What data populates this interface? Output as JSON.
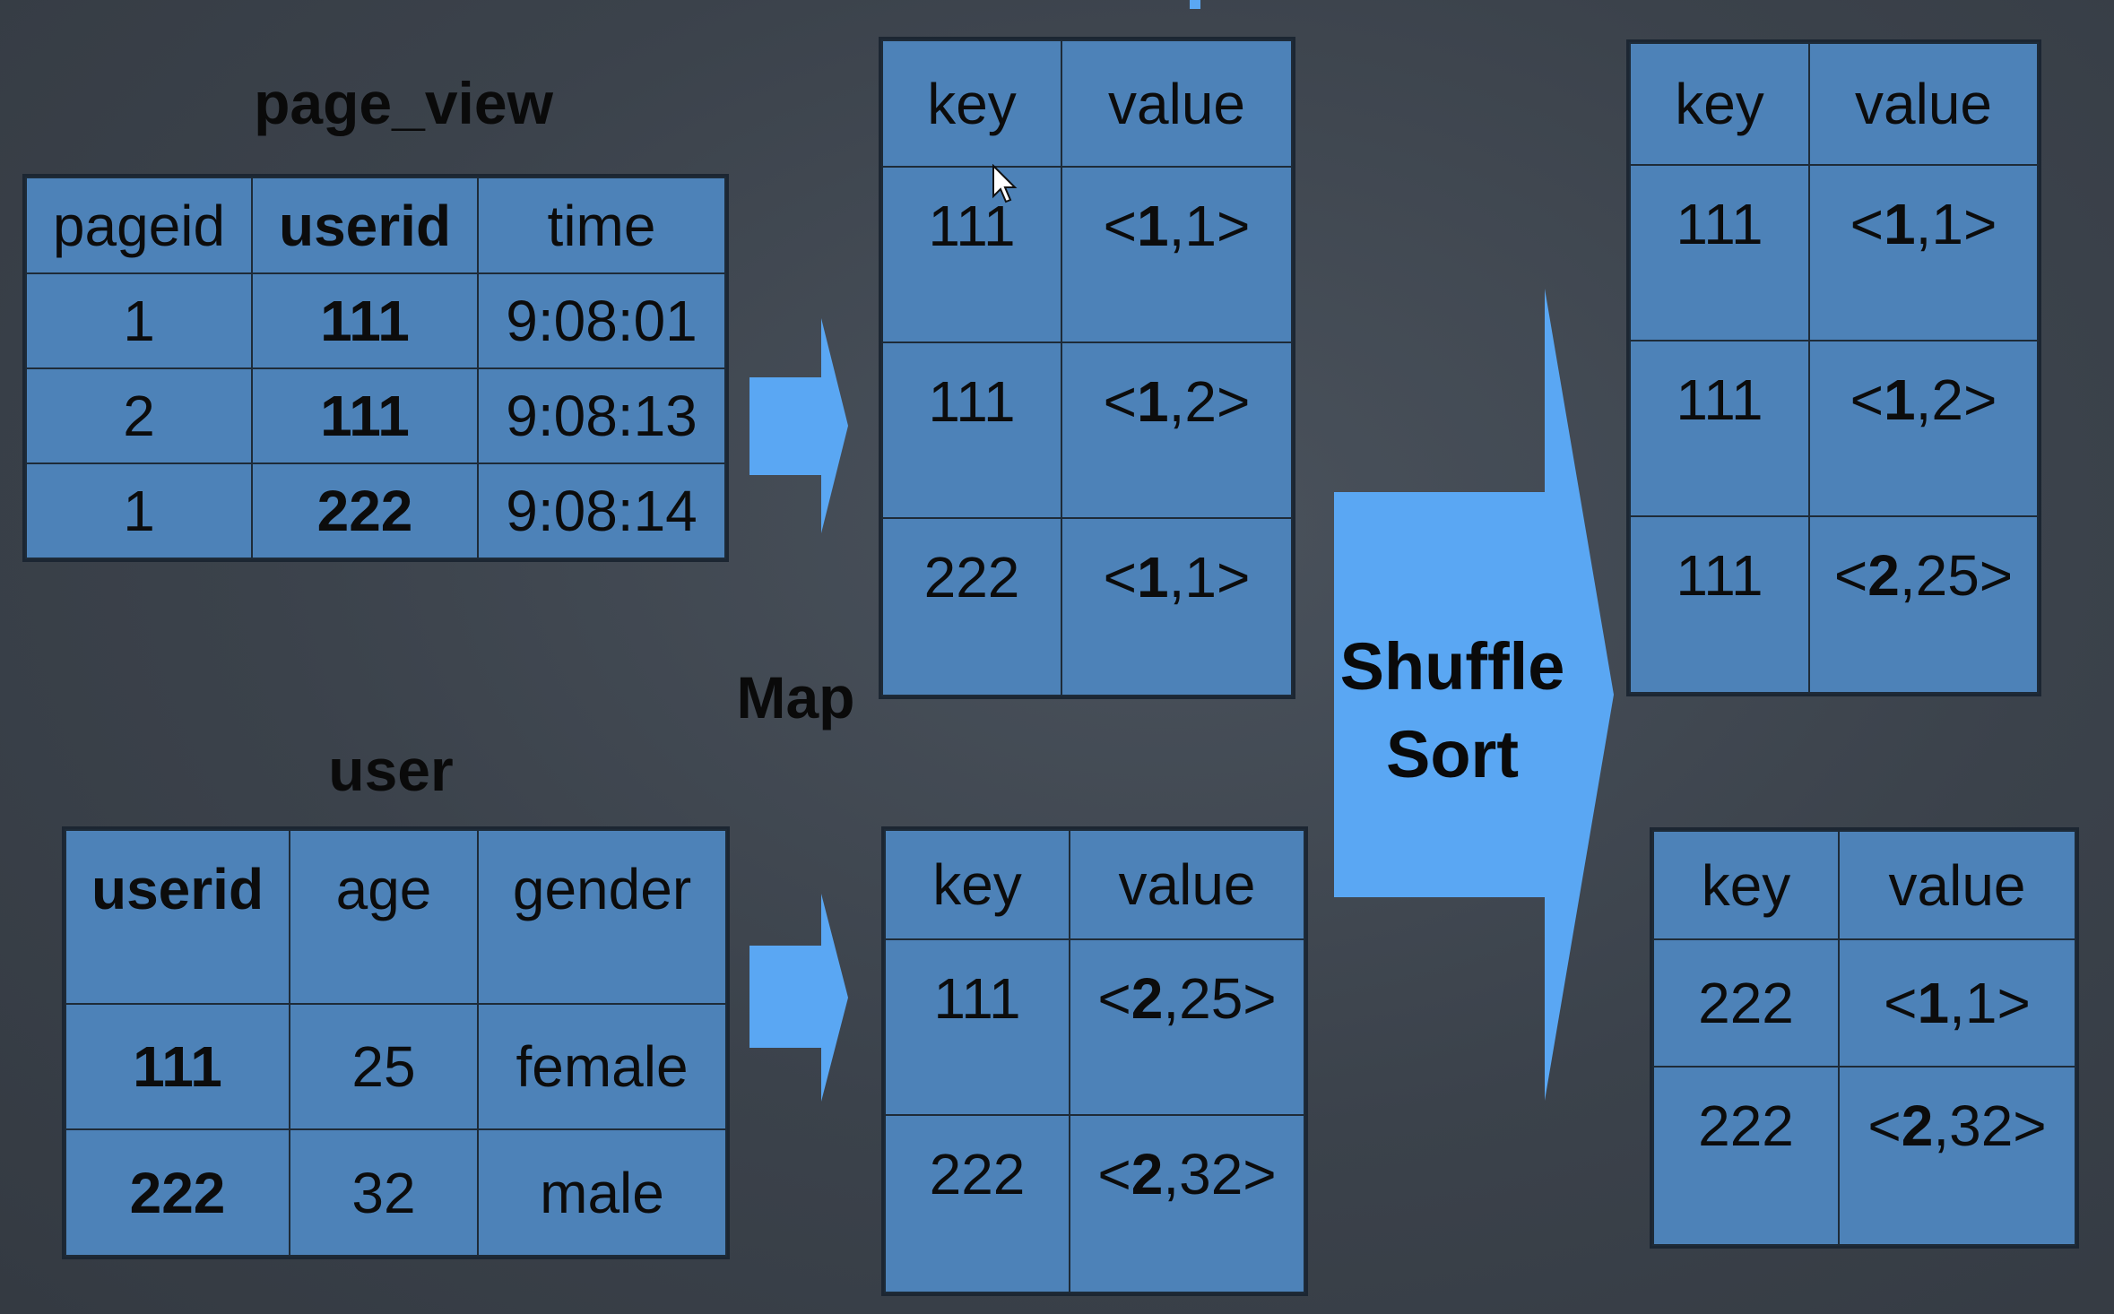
{
  "page_view": {
    "title": "page_view",
    "headers": [
      "pageid",
      "userid",
      "time"
    ],
    "rows": [
      [
        "1",
        "111",
        "9:08:01"
      ],
      [
        "2",
        "111",
        "9:08:13"
      ],
      [
        "1",
        "222",
        "9:08:14"
      ]
    ]
  },
  "user": {
    "title": "user",
    "headers": [
      "userid",
      "age",
      "gender"
    ],
    "rows": [
      [
        "111",
        "25",
        "female"
      ],
      [
        "222",
        "32",
        "male"
      ]
    ]
  },
  "map_label": "Map",
  "shuffle_label": [
    "Shuffle",
    "Sort"
  ],
  "map_pv": {
    "headers": [
      "key",
      "value"
    ],
    "rows": [
      {
        "key": "111",
        "v_bold": "1",
        "v_rest": ",1>"
      },
      {
        "key": "111",
        "v_bold": "1",
        "v_rest": ",2>"
      },
      {
        "key": "222",
        "v_bold": "1",
        "v_rest": ",1>"
      }
    ]
  },
  "map_user": {
    "headers": [
      "key",
      "value"
    ],
    "rows": [
      {
        "key": "111",
        "v_bold": "2",
        "v_rest": ",25>"
      },
      {
        "key": "222",
        "v_bold": "2",
        "v_rest": ",32>"
      }
    ]
  },
  "sort_111": {
    "headers": [
      "key",
      "value"
    ],
    "rows": [
      {
        "key": "111",
        "v_bold": "1",
        "v_rest": ",1>"
      },
      {
        "key": "111",
        "v_bold": "1",
        "v_rest": ",2>"
      },
      {
        "key": "111",
        "v_bold": "2",
        "v_rest": ",25>"
      }
    ]
  },
  "sort_222": {
    "headers": [
      "key",
      "value"
    ],
    "rows": [
      {
        "key": "222",
        "v_bold": "1",
        "v_rest": ",1>"
      },
      {
        "key": "222",
        "v_bold": "2",
        "v_rest": ",32>"
      }
    ]
  },
  "value_prefix": "<",
  "colors": {
    "cell_fill": "#4d82b8",
    "arrow_fill": "#5aa7f3",
    "background": "#3b424b"
  }
}
